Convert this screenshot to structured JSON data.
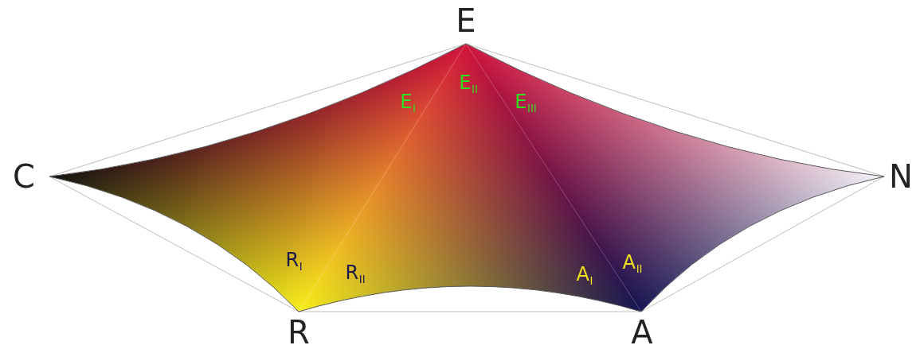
{
  "diagram": {
    "labels": [
      "C",
      "E",
      "N",
      "R",
      "A",
      "E",
      "I",
      "E",
      "II",
      "E",
      "III",
      "R",
      "I",
      "R",
      "II",
      "A",
      "I",
      "A",
      "II"
    ]
  }
}
